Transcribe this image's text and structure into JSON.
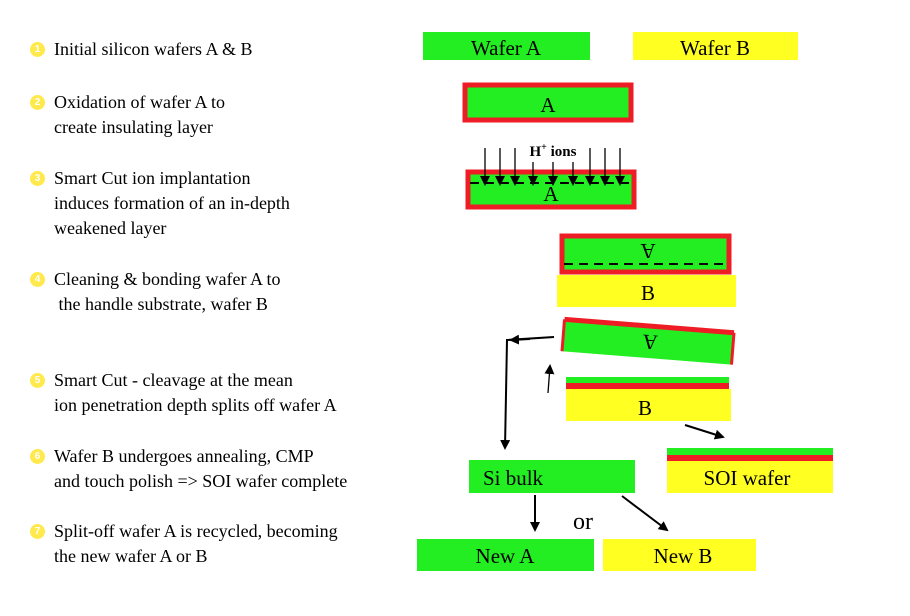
{
  "steps": [
    {
      "num": "1",
      "text": "Initial silicon wafers A & B"
    },
    {
      "num": "2",
      "text": "Oxidation of wafer A to\ncreate insulating layer"
    },
    {
      "num": "3",
      "text": "Smart Cut ion implantation\ninduces formation of an in-depth\nweakened layer"
    },
    {
      "num": "4",
      "text": "Cleaning & bonding wafer A to\n the handle substrate, wafer B"
    },
    {
      "num": "5",
      "text": "Smart Cut - cleavage at the mean\nion penetration depth splits off wafer A"
    },
    {
      "num": "6",
      "text": "Wafer B undergoes annealing, CMP\nand touch polish => SOI wafer complete"
    },
    {
      "num": "7",
      "text": "Split-off wafer A is recycled, becoming\nthe new wafer A or B"
    }
  ],
  "diagram": {
    "wafer_a": "Wafer A",
    "wafer_b": "Wafer B",
    "label_a": "A",
    "label_b": "B",
    "ions_prefix": "H",
    "ions_sup": "+",
    "ions_suffix": " ions",
    "si_bulk": "Si bulk",
    "soi_wafer": "SOI wafer",
    "or": "or",
    "new_a": "New A",
    "new_b": "New B"
  },
  "colors": {
    "green": "#22ee22",
    "yellow": "#ffff22",
    "red": "#ee1c24",
    "step_number": "#ffe94d"
  }
}
